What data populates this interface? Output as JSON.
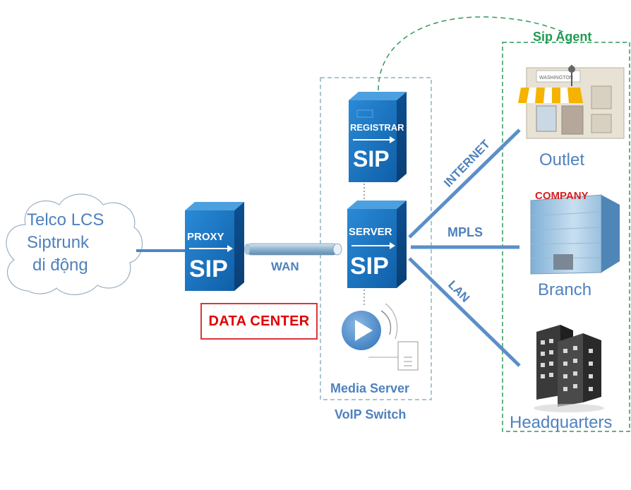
{
  "cloud": {
    "line1": "Telco LCS",
    "line2": "Siptrunk",
    "line3": "di động"
  },
  "proxy": {
    "title": "PROXY",
    "logo": "SIP"
  },
  "registrar": {
    "title": "REGISTRAR",
    "logo": "SIP"
  },
  "server": {
    "title": "SERVER",
    "logo": "SIP"
  },
  "wan_label": "WAN",
  "data_center_label": "DATA CENTER",
  "media_server_label": "Media Server",
  "voip_switch_label": "VoIP Switch",
  "sip_agent_label": "Sip Agent",
  "links": {
    "internet": "INTERNET",
    "mpls": "MPLS",
    "lan": "LAN"
  },
  "sites": {
    "outlet": "Outlet",
    "branch": "Branch",
    "headquarters": "Headquarters",
    "company_sign": "COMPANY",
    "shop_sign": "WASHINGTON"
  },
  "colors": {
    "server_blue": "#1a72c2",
    "label_blue": "#4f81bd",
    "sip_agent_green": "#1f9a52",
    "data_center_red": "#e00000",
    "dashed_border": "#8fb3c4"
  }
}
